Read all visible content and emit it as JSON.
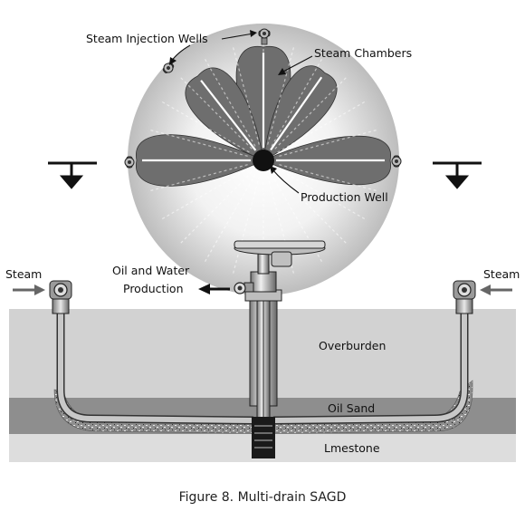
{
  "labels": {
    "steam_injection_wells": "Steam Injection Wells",
    "steam_chambers": "Steam Chambers",
    "production_well": "Production Well",
    "steam_left": "Steam",
    "steam_right": "Steam",
    "oil_water_line1": "Oil and Water",
    "oil_water_line2": "Production",
    "overburden": "Overburden",
    "oil_sand": "Oil Sand",
    "limestone": "Lmestone"
  },
  "caption": "Figure 8. Multi-drain SAGD",
  "colors": {
    "chamber": "#6e6e6e",
    "overburden": "#d2d2d2",
    "oil_sand": "#8e8e8e",
    "limestone": "#dddddd",
    "halo_edge": "#bcbcbc"
  },
  "icons": [
    "wellhead-valve-icon",
    "arrow-icon",
    "section-marker-icon"
  ]
}
